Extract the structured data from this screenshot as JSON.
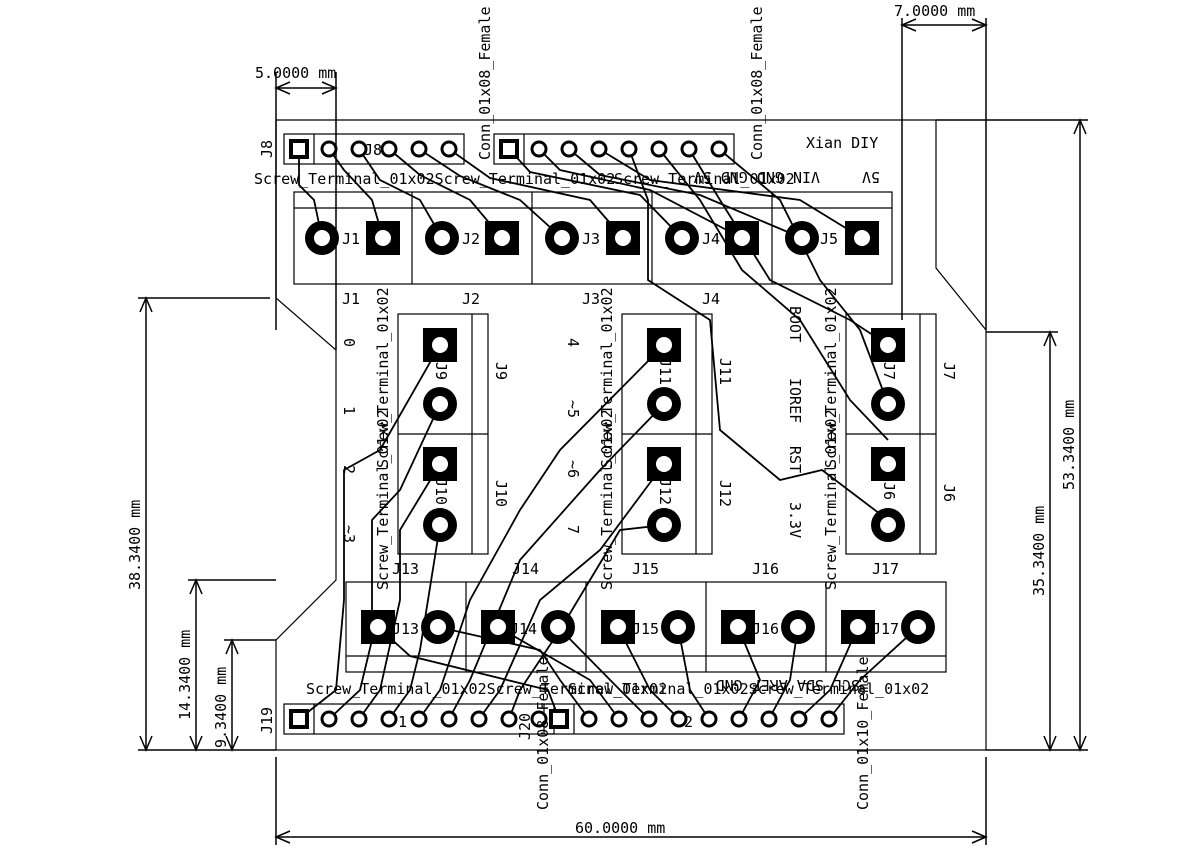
{
  "board_title": "Xian DIY",
  "dimensions": {
    "top_small": "5.0000 mm",
    "top_right": "7.0000 mm",
    "bottom_width": "60.0000 mm",
    "right_outer": "53.3400 mm",
    "right_inner": "35.3400 mm",
    "left_big": "38.3400 mm",
    "left_mid": "14.3400 mm",
    "left_small": "9.3400 mm"
  },
  "headers": {
    "j8_ref": "J8",
    "j19_ref": "J19",
    "j8_name_overlay": "J8",
    "j19_name_overlay": "J19",
    "j20_ref": "J20",
    "top_left_value": "Conn_01x08_Female",
    "top_right_value": "Conn_01x08_Female",
    "bottom_left_value": "Conn_01x08_Female",
    "bottom_right_value": "Conn_01x10_Female",
    "pin1_left": "1",
    "pin1_right": "1",
    "pin2_label": "2"
  },
  "silk": {
    "top_values": "Screw_Terminal_01x02Screw_Terminal_01x02",
    "top_values2": "Screw_Terminal_01x02",
    "top_mirror": "VIN GND GND 5V",
    "top_right_mirror": "5V",
    "bottom_values": "Screw_Terminal_01x02Screw_Terminal_01x02",
    "bottom_values2": "Screw_Terminal_01x02Screw_Terminal_01x02",
    "bottom_mirror": "SCL SDA AREF GND",
    "mid_labels": [
      "0",
      "1",
      "2",
      "~3",
      "4",
      "~5",
      "~6",
      "7"
    ],
    "right_labels": [
      "BOOT",
      "IOREF",
      "RST",
      "3.3V"
    ],
    "vertical_values": [
      "Screw_Terminal_01x02",
      "Screw_Terminal_01x02",
      "Screw_Terminal_01x02",
      "Screw_Terminal_01x02",
      "Screw_Terminal_01x02",
      "Screw_Terminal_01x02"
    ]
  },
  "terminals": {
    "top_row": [
      "J1",
      "J2",
      "J3",
      "J4",
      "J5"
    ],
    "top_row_fab": [
      "J1",
      "J2",
      "J3",
      "J4"
    ],
    "mid_left": [
      "J9",
      "J10"
    ],
    "mid_center": [
      "J11",
      "J12"
    ],
    "mid_right": [
      "J7",
      "J6"
    ],
    "mid_left_fab": [
      "J9",
      "J10"
    ],
    "mid_center_fab": [
      "J11",
      "J12"
    ],
    "mid_right_fab": [
      "J7",
      "J6"
    ],
    "bottom_row": [
      "J13",
      "J14",
      "J15",
      "J16",
      "J17"
    ],
    "bottom_row_fab": [
      "J13",
      "J14",
      "J15",
      "J16",
      "J17"
    ]
  }
}
